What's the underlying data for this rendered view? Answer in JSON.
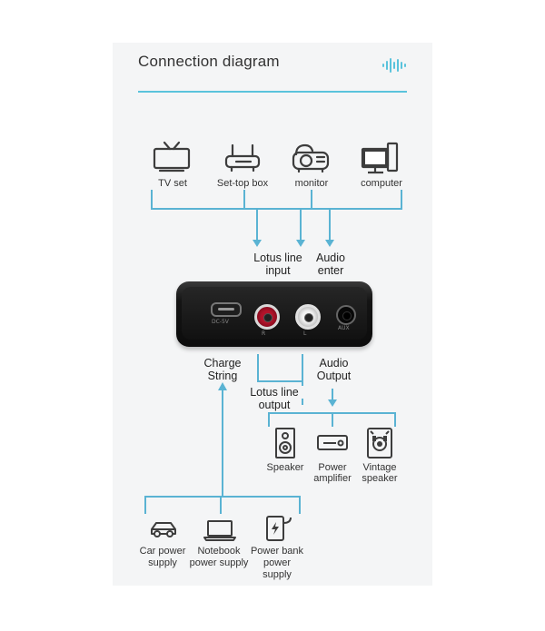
{
  "title": "Connection diagram",
  "colors": {
    "accent": "#5ac3dc",
    "line": "#5ab3d3",
    "icon": "#3d3d3d",
    "device": "#141414"
  },
  "sources": [
    {
      "label": "TV set",
      "icon": "tv-icon"
    },
    {
      "label": "Set-top box",
      "icon": "router-icon"
    },
    {
      "label": "monitor",
      "icon": "projector-icon"
    },
    {
      "label": "computer",
      "icon": "computer-icon"
    }
  ],
  "inputs": {
    "lotus_line": "Lotus line input",
    "lotus_line_1": "Lotus line",
    "lotus_line_2": "input",
    "audio_1": "Audio",
    "audio_2": "enter"
  },
  "device": {
    "port_dc": "DC-5V",
    "port_r": "R",
    "port_l": "L",
    "port_aux": "AUX"
  },
  "outputs": {
    "charge_1": "Charge",
    "charge_2": "String",
    "audio_out_1": "Audio",
    "audio_out_2": "Output",
    "lotus_out_1": "Lotus line",
    "lotus_out_2": "output"
  },
  "speakers": [
    {
      "label_1": "Speaker",
      "label_2": "",
      "icon": "speaker-icon"
    },
    {
      "label_1": "Power",
      "label_2": "amplifier",
      "icon": "amplifier-icon"
    },
    {
      "label_1": "Vintage",
      "label_2": "speaker",
      "icon": "vintage-speaker-icon"
    }
  ],
  "power": [
    {
      "label_1": "Car power",
      "label_2": "supply",
      "label_3": "",
      "icon": "car-icon"
    },
    {
      "label_1": "Notebook",
      "label_2": "power supply",
      "label_3": "",
      "icon": "laptop-icon"
    },
    {
      "label_1": "Power bank",
      "label_2": "power",
      "label_3": "supply",
      "icon": "power-bank-icon"
    }
  ]
}
